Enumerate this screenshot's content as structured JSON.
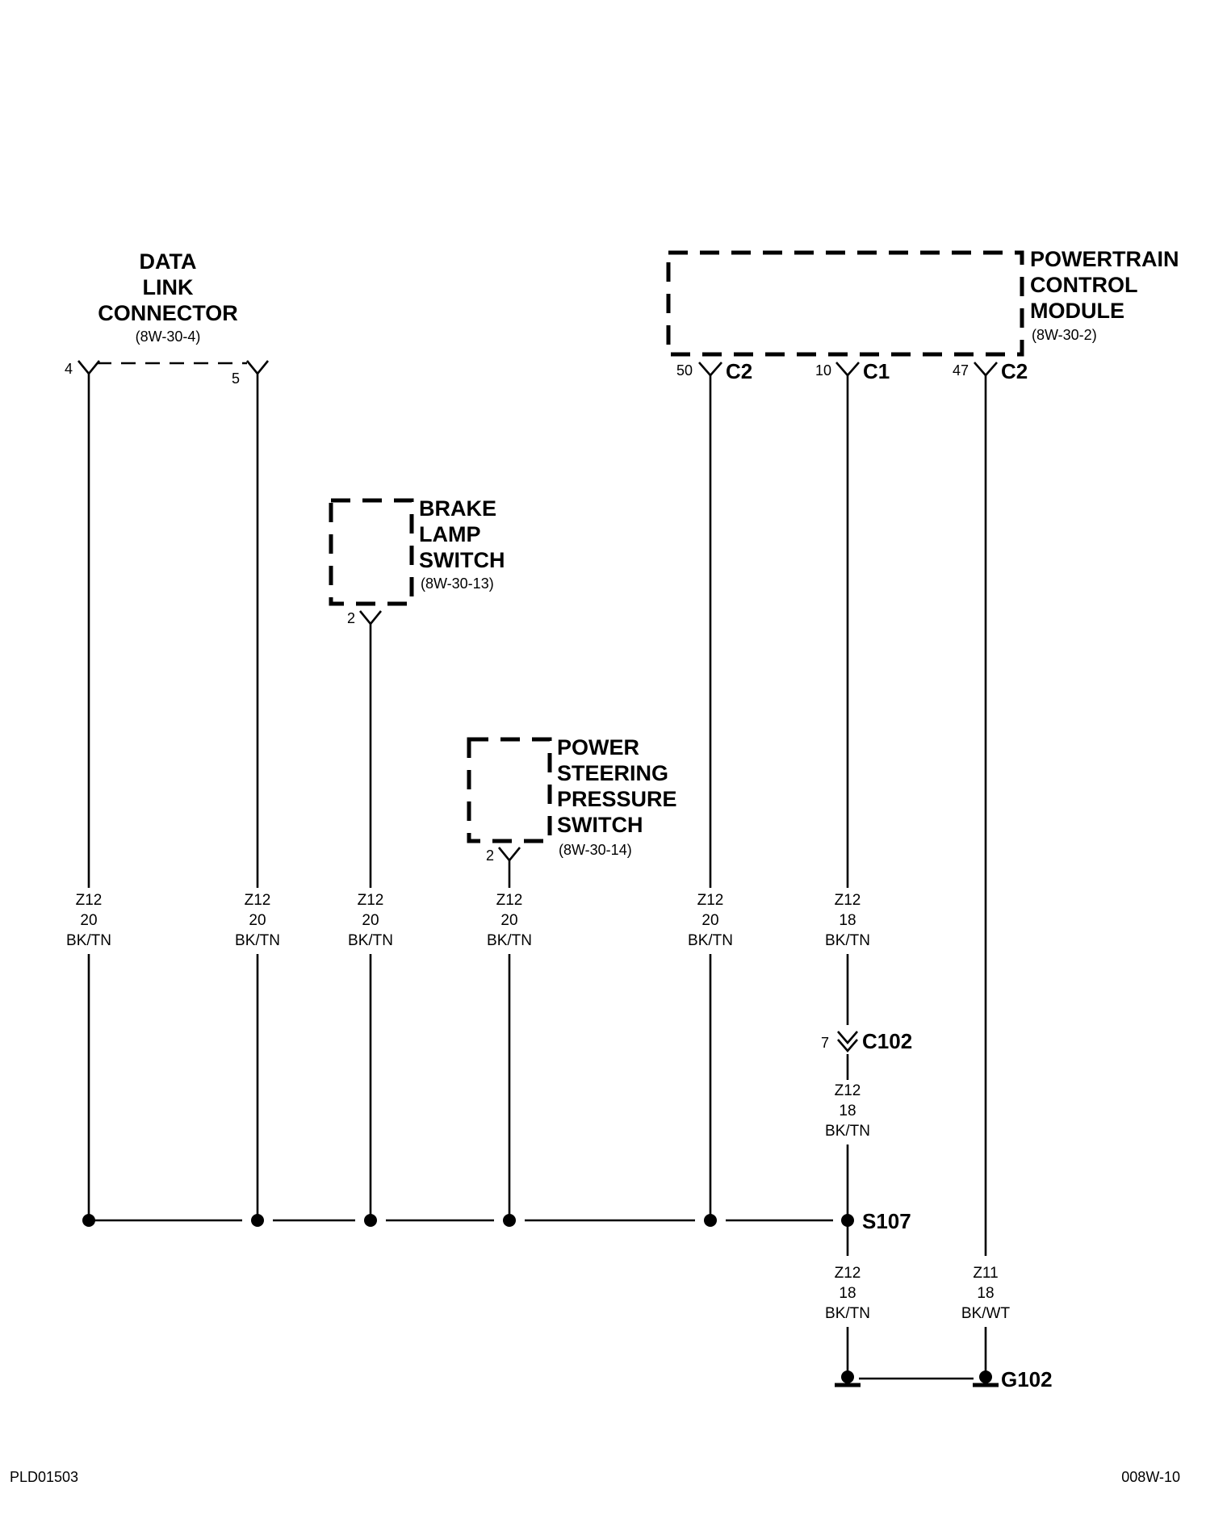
{
  "components": {
    "dlc": {
      "title": [
        "DATA",
        "LINK",
        "CONNECTOR"
      ],
      "ref": "(8W-30-4)"
    },
    "pcm": {
      "title": [
        "POWERTRAIN",
        "CONTROL",
        "MODULE"
      ],
      "ref": "(8W-30-2)"
    },
    "bls": {
      "title": [
        "BRAKE",
        "LAMP",
        "SWITCH"
      ],
      "ref": "(8W-30-13)"
    },
    "psps": {
      "title": [
        "POWER",
        "STEERING",
        "PRESSURE",
        "SWITCH"
      ],
      "ref": "(8W-30-14)"
    }
  },
  "pins": {
    "dlc_4": "4",
    "dlc_5": "5",
    "bls_2": "2",
    "psps_2": "2",
    "pcm_50": "50",
    "pcm_10": "10",
    "pcm_47": "47",
    "c102_7": "7"
  },
  "connectors": {
    "pcm_50": "C2",
    "pcm_10": "C1",
    "pcm_47": "C2",
    "c102": "C102"
  },
  "wires": {
    "w1": [
      "Z12",
      "20",
      "BK/TN"
    ],
    "w2": [
      "Z12",
      "20",
      "BK/TN"
    ],
    "w3": [
      "Z12",
      "20",
      "BK/TN"
    ],
    "w4": [
      "Z12",
      "20",
      "BK/TN"
    ],
    "w5": [
      "Z12",
      "20",
      "BK/TN"
    ],
    "w6": [
      "Z12",
      "18",
      "BK/TN"
    ],
    "w6b": [
      "Z12",
      "18",
      "BK/TN"
    ],
    "w7": [
      "Z12",
      "18",
      "BK/TN"
    ],
    "w8": [
      "Z11",
      "18",
      "BK/WT"
    ]
  },
  "splice": "S107",
  "ground": "G102",
  "footer": {
    "left": "PLD01503",
    "right": "008W-10"
  }
}
